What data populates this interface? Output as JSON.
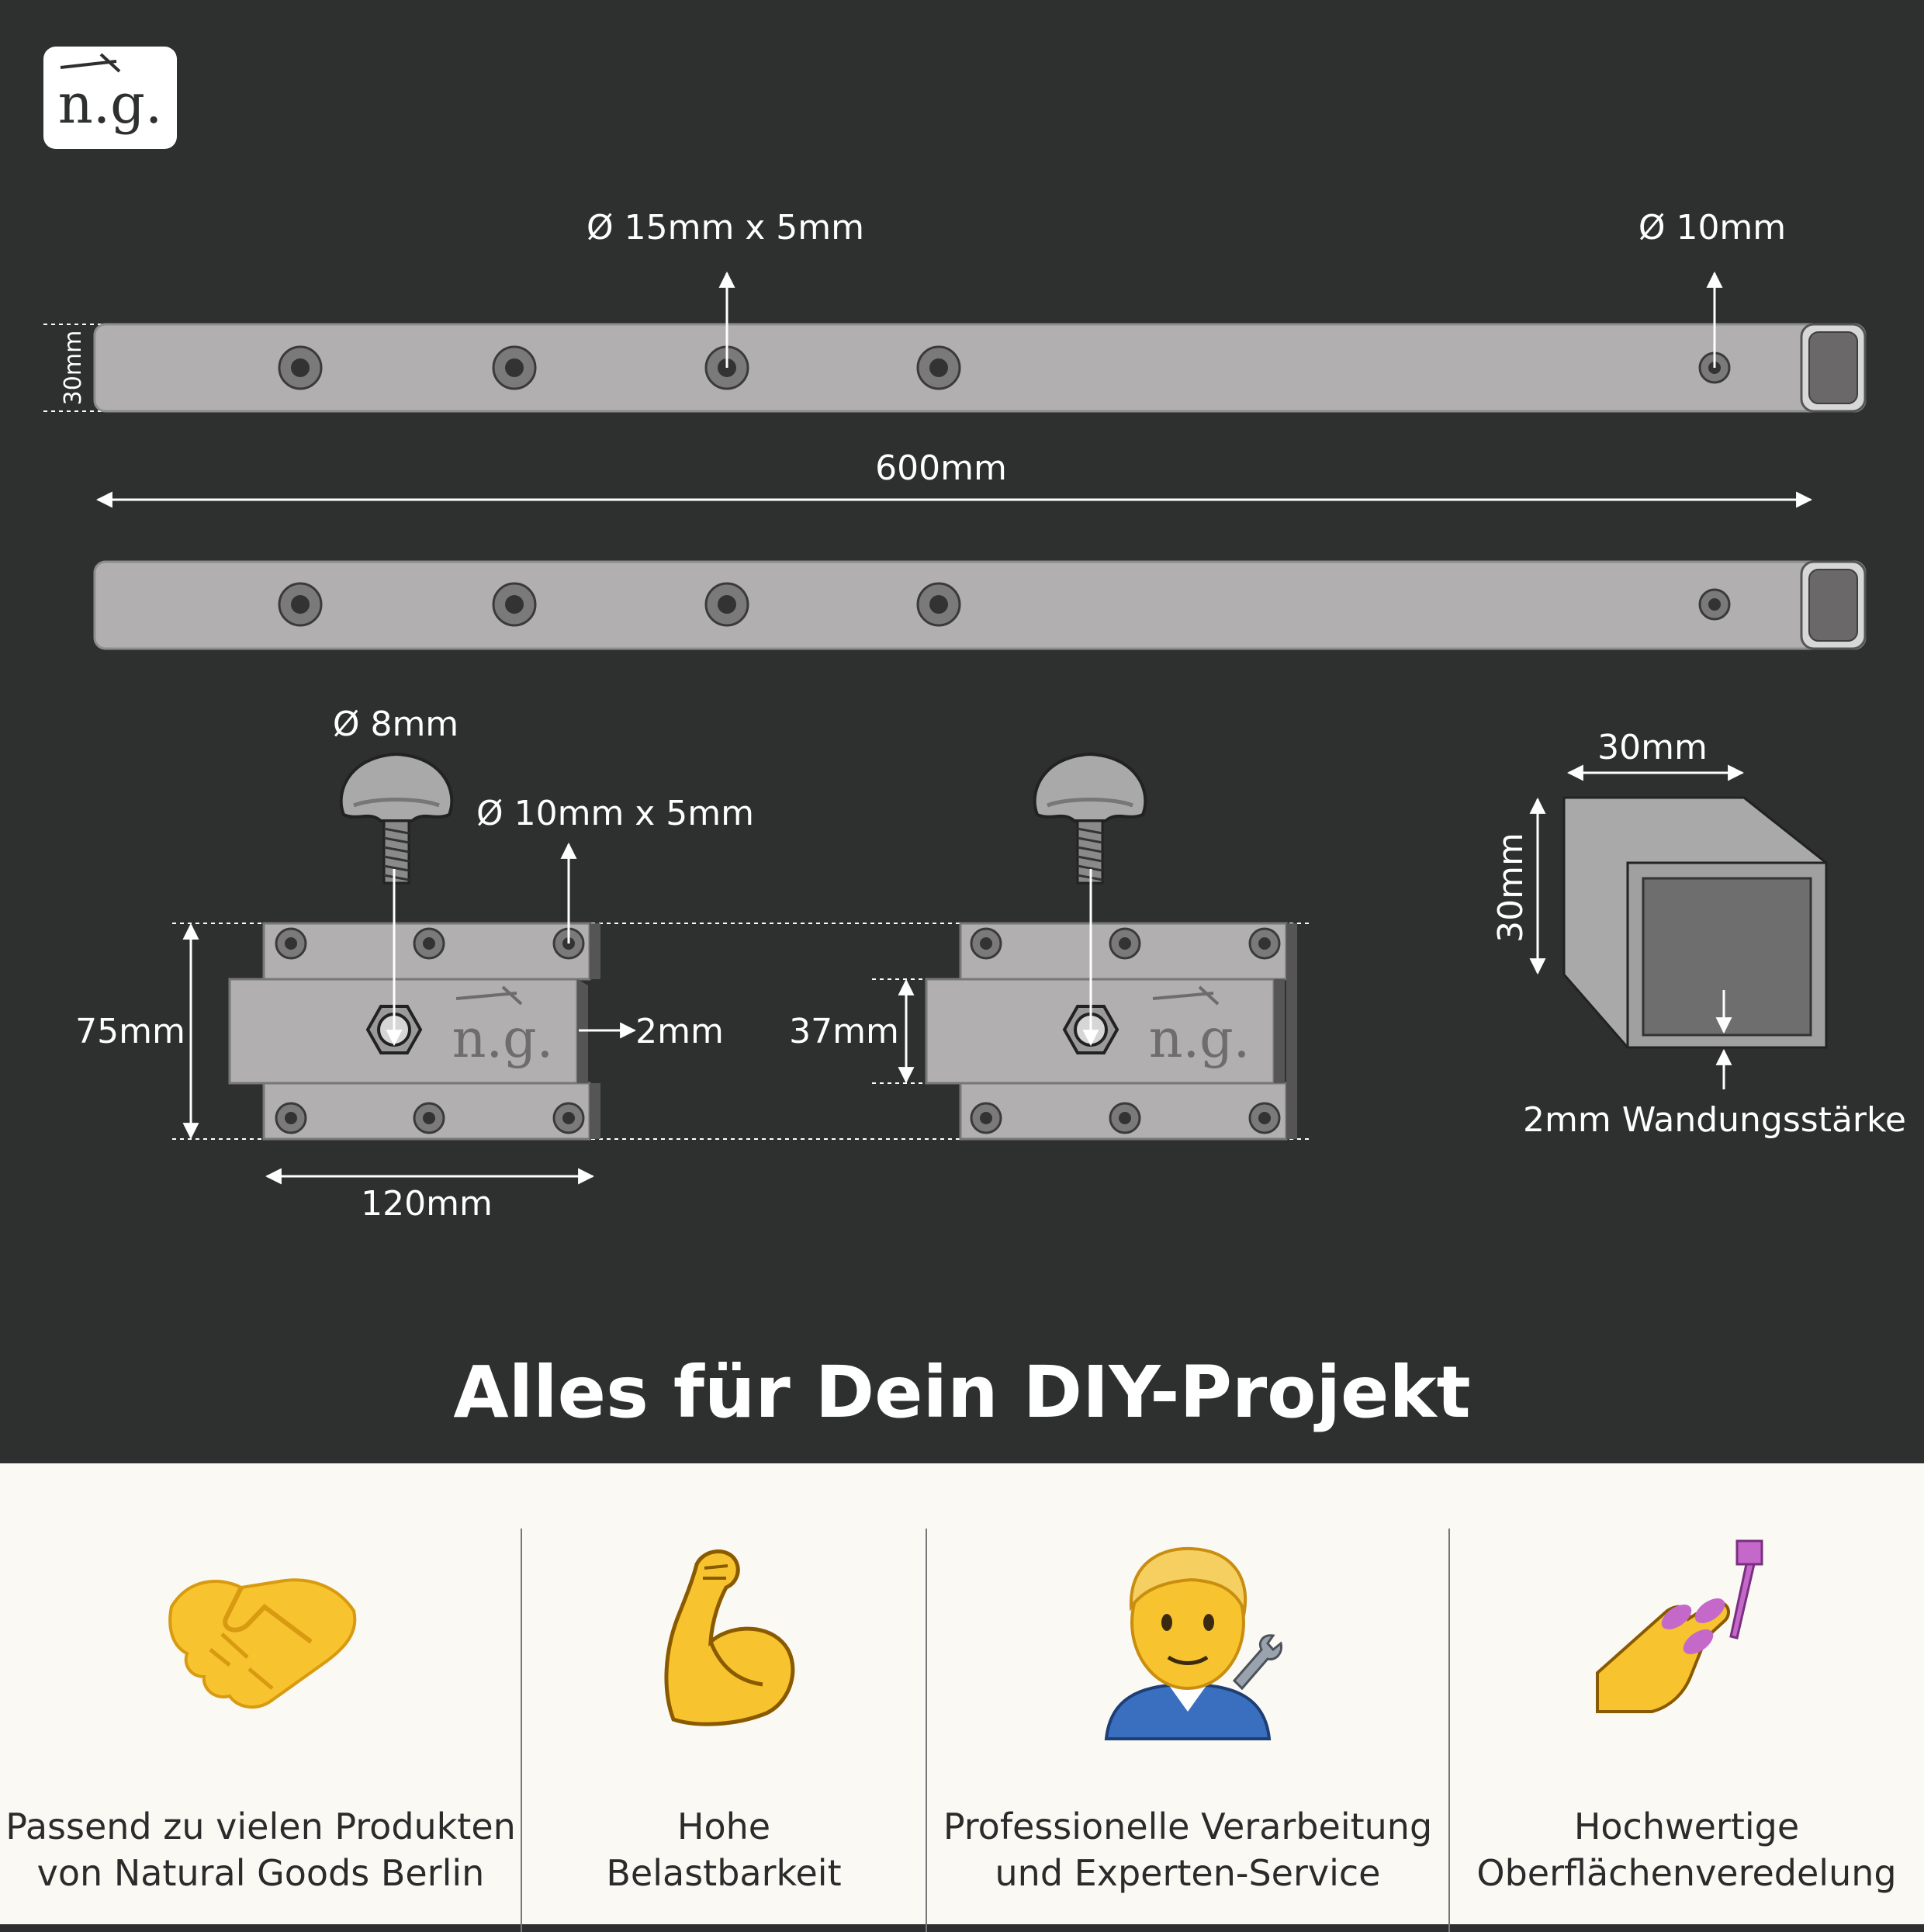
{
  "brand": {
    "logo_text": "n.g."
  },
  "bars": {
    "hole_label": "Ø 15mm x 5mm",
    "end_hole_label": "Ø 10mm",
    "height_label": "30mm",
    "length_label": "600mm"
  },
  "plates": {
    "bolt_label": "Ø 8mm",
    "hole_label": "Ø 10mm x 5mm",
    "height_label": "75mm",
    "gap_label": "2mm",
    "width_label": "120mm",
    "inner_height_label": "37mm",
    "stamp_text": "n.g."
  },
  "profile": {
    "width_label": "30mm",
    "height_label": "30mm",
    "wall_label": "2mm Wandungsstärke"
  },
  "headline": "Alles für Dein DIY-Projekt",
  "features": [
    {
      "icon": "handshake-icon",
      "line1": "Passend zu vielen Produkten",
      "line2": "von Natural Goods Berlin"
    },
    {
      "icon": "flexed-biceps-icon",
      "line1": "Hohe",
      "line2": "Belastbarkeit"
    },
    {
      "icon": "mechanic-icon",
      "line1": "Professionelle Verarbeitung",
      "line2": "und Experten-Service"
    },
    {
      "icon": "nail-polish-icon",
      "line1": "Hochwertige",
      "line2": "Oberflächenveredelung"
    }
  ]
}
